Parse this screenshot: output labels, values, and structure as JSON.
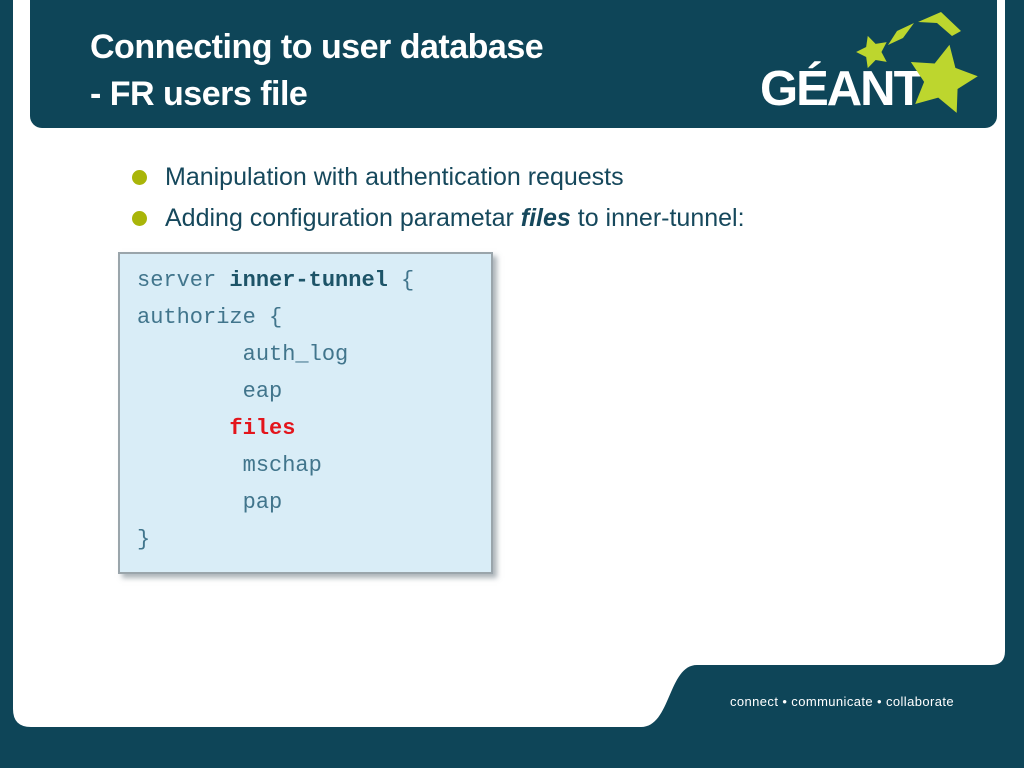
{
  "colors": {
    "slide_teal": "#0e4558",
    "logo_lime": "#bdd62e",
    "bullet_green": "#a9b509",
    "body_text_teal": "#16485c",
    "code_background": "#d9edf7",
    "code_text": "#41758c",
    "code_bold_text": "#1d5468",
    "code_highlight_red": "#e3151c"
  },
  "header": {
    "title_line1": "Connecting to user database",
    "title_line2": "- FR users file",
    "logo_text": "GÉANT"
  },
  "bullets": [
    {
      "text": "Manipulation with authentication requests"
    },
    {
      "prefix": "Adding configuration parametar ",
      "emphasis": "files",
      "suffix": " to inner-tunnel:"
    }
  ],
  "code": {
    "line1_pre": "server ",
    "line1_bold": "inner-tunnel",
    "line1_post": " {",
    "line2": "authorize {",
    "line3": "        auth_log",
    "line4": "        eap",
    "line5": "       files",
    "line6": "        mschap",
    "line7": "        pap",
    "line8": "}"
  },
  "footer": {
    "tagline": "connect • communicate • collaborate"
  }
}
